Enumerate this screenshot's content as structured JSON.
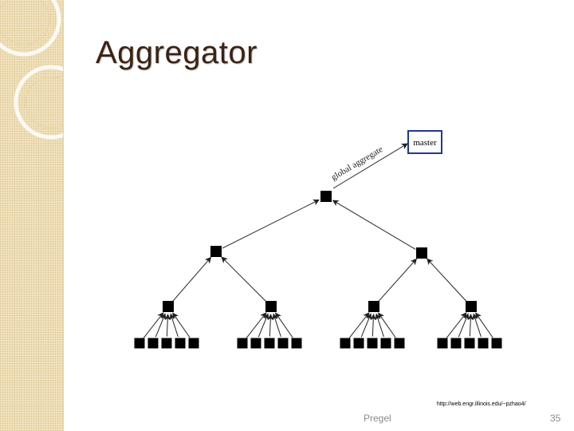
{
  "slide": {
    "title": "Aggregator",
    "credit_url": "http://web.engr.illinois.edu/~pzhao4/",
    "footer": "Pregel",
    "page_number": "35"
  },
  "diagram": {
    "master_label": "master",
    "edge_label": "global aggregate",
    "tree": {
      "root": 1,
      "second_level_nodes": 2,
      "third_level_nodes_per_parent": 2,
      "leaves_per_third_level_node": 5
    },
    "colors": {
      "node_fill": "#000000",
      "master_border": "#1f3a93",
      "arrow": "#222222"
    }
  }
}
